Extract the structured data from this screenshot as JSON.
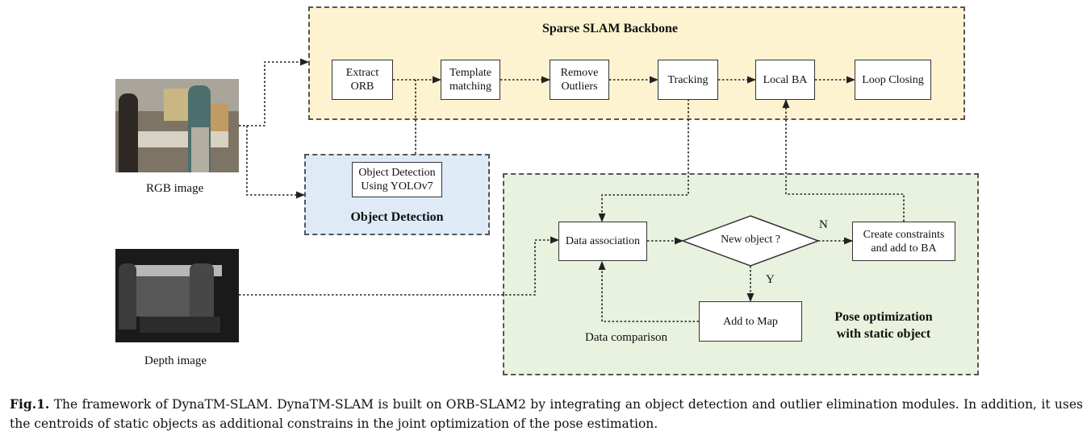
{
  "regions": {
    "backbone_title": "Sparse SLAM Backbone",
    "detection_title": "Object Detection",
    "pose_title": "Pose optimization\nwith static object"
  },
  "nodes": {
    "extract_orb": "Extract\nORB",
    "template_matching": "Template\nmatching",
    "remove_outliers": "Remove\nOutliers",
    "tracking": "Tracking",
    "local_ba": "Local BA",
    "loop_closing": "Loop Closing",
    "yolo": "Object Detection\nUsing YOLOv7",
    "data_association": "Data association",
    "new_object": "New object ?",
    "create_constraints": "Create constraints\nand add to BA",
    "add_to_map": "Add to Map"
  },
  "labels": {
    "rgb": "RGB image",
    "depth": "Depth image",
    "data_comparison": "Data comparison",
    "no": "N",
    "yes": "Y"
  },
  "caption": {
    "label": "Fig.1.",
    "text": "The framework of DynaTM-SLAM. DynaTM-SLAM is built on ORB-SLAM2 by integrating an object detection and outlier elimination modules. In addition, it uses the centroids of static objects as additional constrains in the joint optimization of the pose estimation."
  },
  "colors": {
    "backbone_fill": "#fdf3d0",
    "detection_fill": "#deebf7",
    "pose_fill": "#e9f2de"
  }
}
